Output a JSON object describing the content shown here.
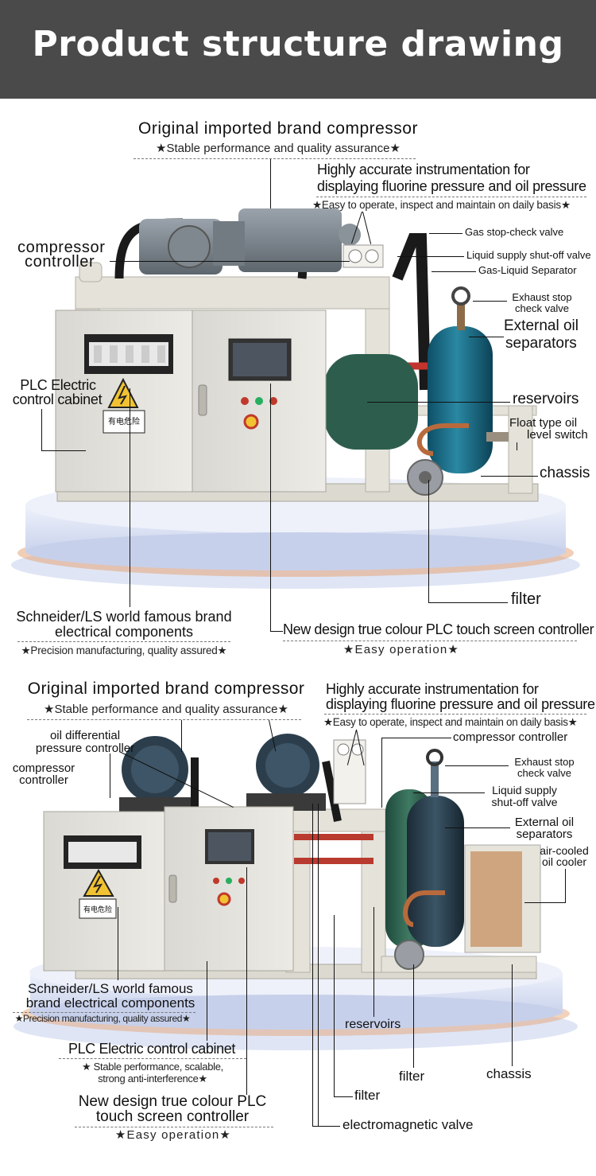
{
  "header": {
    "title": "Product structure drawing"
  },
  "top": {
    "compressor_title": "Original imported brand compressor",
    "compressor_sub": "★Stable performance and quality assurance★",
    "instrument_line1": "Highly accurate instrumentation for",
    "instrument_line2": "displaying fluorine pressure and oil pressure",
    "instrument_sub": "★Easy to operate, inspect and maintain on daily basis★",
    "controller_line1": "compressor",
    "controller_line2": "controller",
    "gas_valve": "Gas stop-check valve",
    "liquid_valve": "Liquid supply shut-off valve",
    "separator": "Gas-Liquid Separator",
    "exhaust_line1": "Exhaust stop",
    "exhaust_line2": "check valve",
    "oil_sep_line1": "External oil",
    "oil_sep_line2": "separators",
    "plc_line1": "PLC Electric",
    "plc_line2": "control cabinet",
    "reservoirs": "reservoirs",
    "float_line1": "Float type oil",
    "float_line2": "level switch",
    "chassis": "chassis",
    "filter": "filter",
    "schneider_line1": "Schneider/LS world famous brand",
    "schneider_line2": "electrical components",
    "schneider_sub": "★Precision manufacturing, quality assured★",
    "touch": "New design true colour PLC touch screen controller",
    "touch_sub": "★Easy operation★",
    "warning_text": "有电危险"
  },
  "bottom": {
    "compressor_title": "Original imported brand compressor",
    "compressor_sub": "★Stable performance and quality assurance★",
    "instrument_line1": "Highly accurate instrumentation for",
    "instrument_line2": "displaying fluorine pressure and oil pressure",
    "instrument_sub": "★Easy to operate, inspect and maintain on daily basis★",
    "oil_diff_line1": "oil differential",
    "oil_diff_line2": "pressure controller",
    "compressor_controller": "compressor controller",
    "controller_line1": "compressor",
    "controller_line2": "controller",
    "exhaust_line1": "Exhaust stop",
    "exhaust_line2": "check valve",
    "liquid_line1": "Liquid supply",
    "liquid_line2": "shut-off valve",
    "oil_sep_line1": "External oil",
    "oil_sep_line2": "separators",
    "aircooled_line1": "air-cooled",
    "aircooled_line2": "oil cooler",
    "schneider_line1": "Schneider/LS world famous",
    "schneider_line2": "brand electrical components",
    "schneider_sub": "★Precision manufacturing, quality assured★",
    "reservoirs": "reservoirs",
    "plc": "PLC Electric control cabinet",
    "plc_sub1": "★ Stable performance, scalable,",
    "plc_sub2": "strong anti-interference★",
    "filter_a": "filter",
    "chassis": "chassis",
    "filter_b": "filter",
    "touch_line1": "New design true colour PLC",
    "touch_line2": "touch screen controller",
    "touch_sub": "★Easy operation★",
    "solenoid": "electromagnetic valve",
    "warning_text": "有电危险"
  }
}
